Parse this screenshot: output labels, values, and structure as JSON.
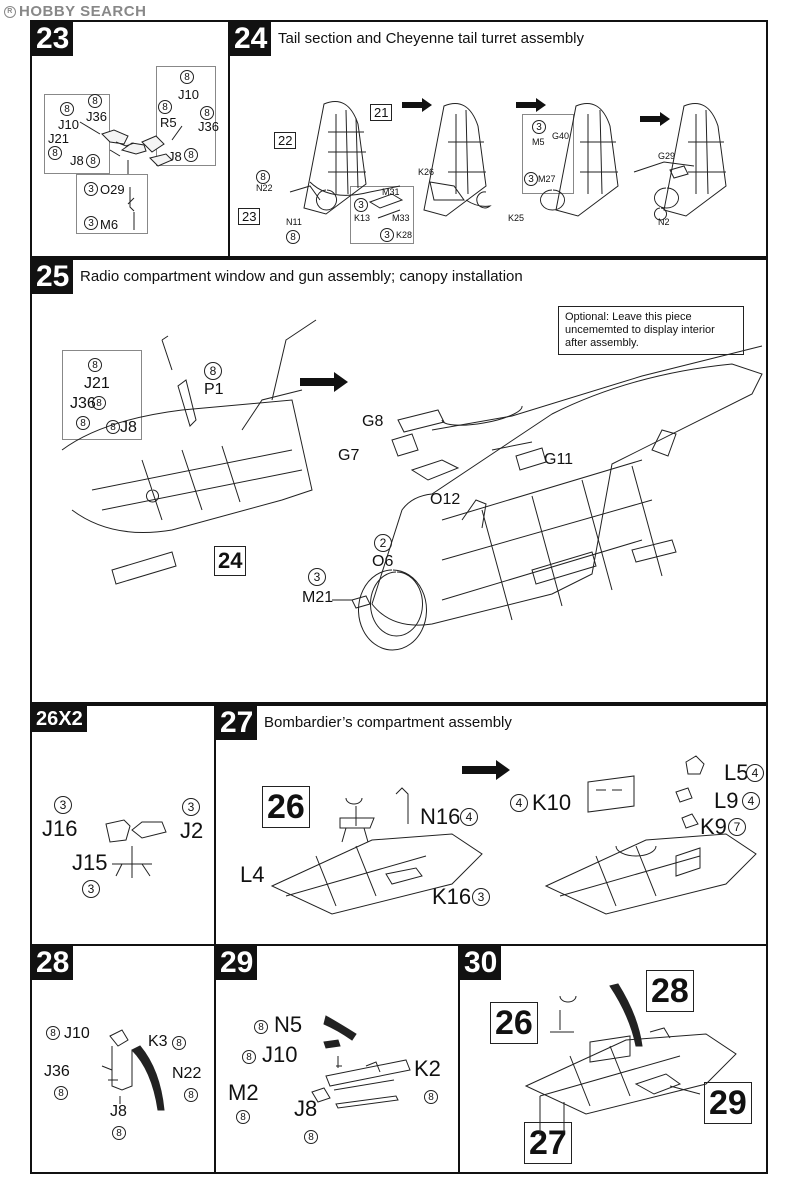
{
  "watermark": {
    "text": "HOBBY SEARCH",
    "icon": "registered-icon"
  },
  "panels": {
    "p23": {
      "step": "23",
      "parts": {
        "j10": "J10",
        "j36": "J36",
        "j21": "J21",
        "j8": "J8",
        "r5": "R5",
        "j10b": "J10",
        "j36b": "J36",
        "j8b": "J8",
        "o29": "O29",
        "m6": "M6"
      },
      "nums": {
        "n8": "8",
        "n3": "3"
      }
    },
    "p24": {
      "step": "24",
      "title": "Tail section and Cheyenne tail turret assembly",
      "parts": {
        "p21": "21",
        "p22": "22",
        "n22": "N22",
        "n11": "N11",
        "ref23": "23",
        "m31": "M31",
        "k13": "K13",
        "m33": "M33",
        "k28": "K28",
        "k26": "K26",
        "k25": "K25",
        "m5": "M5",
        "g40": "G40",
        "m27": "M27",
        "g29": "G29",
        "n2": "N2"
      }
    },
    "p25": {
      "step": "25",
      "title": "Radio compartment window and gun assembly; canopy installation",
      "note": "Optional: Leave this piece uncememted to display interior after assembly.",
      "parts": {
        "j21": "J21",
        "j36": "J36",
        "j8": "J8",
        "p1": "P1",
        "ref24": "24",
        "g8": "G8",
        "g7": "G7",
        "g11": "G11",
        "o12": "O12",
        "o6": "O6",
        "m21": "M21"
      },
      "nums": {
        "n8": "8",
        "n2": "2",
        "n3": "3"
      }
    },
    "p26": {
      "step": "26X2",
      "parts": {
        "j16": "J16",
        "j2": "J2",
        "j15": "J15"
      },
      "nums": {
        "n3": "3"
      }
    },
    "p27": {
      "step": "27",
      "title": "Bombardier’s compartment assembly",
      "parts": {
        "ref26": "26",
        "n16": "N16",
        "l4": "L4",
        "k16": "K16",
        "k10": "K10",
        "l5": "L5",
        "l9": "L9",
        "k9": "K9"
      },
      "nums": {
        "n4": "4",
        "n3": "3",
        "n7": "7"
      }
    },
    "p28": {
      "step": "28",
      "parts": {
        "j10": "J10",
        "k3": "K3",
        "j36": "J36",
        "n22": "N22",
        "j8": "J8"
      },
      "nums": {
        "n8": "8"
      }
    },
    "p29": {
      "step": "29",
      "parts": {
        "n5": "N5",
        "j10": "J10",
        "k2": "K2",
        "m2": "M2",
        "j8": "J8"
      },
      "nums": {
        "n8": "8"
      }
    },
    "p30": {
      "step": "30",
      "parts": {
        "ref28": "28",
        "ref26": "26",
        "ref29": "29",
        "ref27": "27"
      }
    }
  }
}
